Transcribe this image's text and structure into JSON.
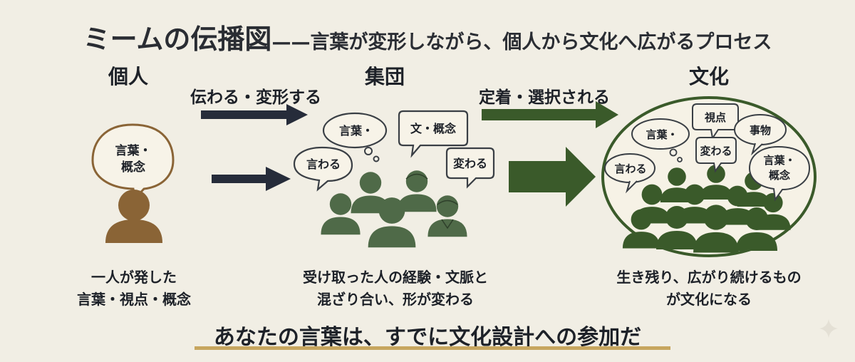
{
  "title": {
    "main": "ミームの伝播図",
    "sub": "——言葉が変形しながら、個人から文化へ広がるプロセス"
  },
  "stages": {
    "individual": {
      "heading": "個人",
      "bubble_line1": "言葉・",
      "bubble_line2": "概念",
      "caption_line1": "一人が発した",
      "caption_line2": "言葉・視点・概念"
    },
    "group": {
      "heading": "集団",
      "bubbles": [
        "言葉・",
        "文・概念",
        "言わる",
        "変わる"
      ],
      "caption_line1": "受け取った人の経験・文脈と",
      "caption_line2": "混ざり合い、形が変わる"
    },
    "culture": {
      "heading": "文化",
      "bubbles": [
        "視点",
        "言葉・",
        "事物",
        "変わる",
        "言わる",
        "言葉・",
        "概念"
      ],
      "caption_line1": "生き残り、広がり続けるもの",
      "caption_line2": "が文化になる"
    }
  },
  "arrows": {
    "first_label": "伝わる・変形する",
    "second_label": "定着・選択される"
  },
  "footer": "あなたの言葉は、すでに文化設計への参加だ",
  "colors": {
    "background": "#f1eee4",
    "individual_brown": "#8a6436",
    "group_green": "#4f6a48",
    "culture_green": "#3a5a2a",
    "navy_arrow": "#262c3a",
    "underline_gold": "#c7a65f"
  }
}
